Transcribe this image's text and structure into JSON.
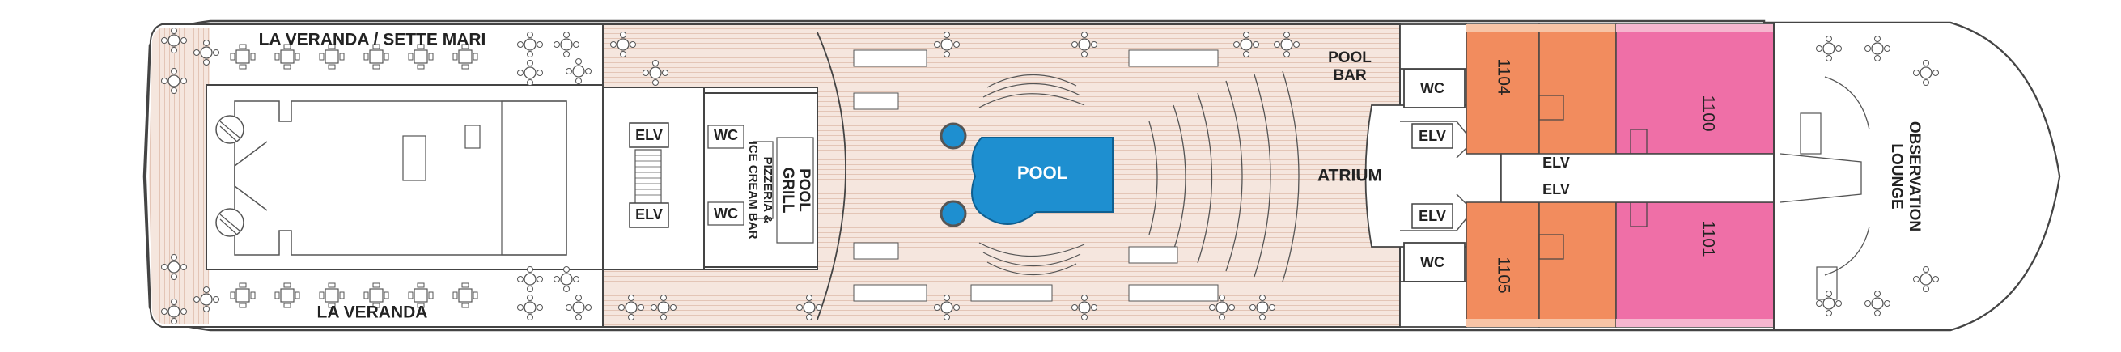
{
  "deck": {
    "venues": {
      "la_veranda_sette_mari": "LA VERANDA / SETTE MARI",
      "la_veranda": "LA VERANDA",
      "pool": "POOL",
      "pool_bar_line1": "POOL",
      "pool_bar_line2": "BAR",
      "pool_grill_line1": "POOL",
      "pool_grill_line2": "GRILL",
      "pizzeria_line1": "PIZZERIA &",
      "pizzeria_line2": "ICE CREAM BAR",
      "atrium": "ATRIUM",
      "observation_line1": "OBSERVATION",
      "observation_line2": "LOUNGE"
    },
    "facilities": {
      "elv": "ELV",
      "wc": "WC"
    },
    "suites": {
      "s1104": "1104",
      "s1105": "1105",
      "s1100": "1100",
      "s1101": "1101"
    },
    "colors": {
      "deck_wood": "#f3e3db",
      "pool_water": "#1e8fd0",
      "suite_orange": "#f28c5e",
      "suite_pink": "#ef6fa7",
      "suite_lightorange": "#f7c4a6",
      "outline": "#444444"
    }
  }
}
